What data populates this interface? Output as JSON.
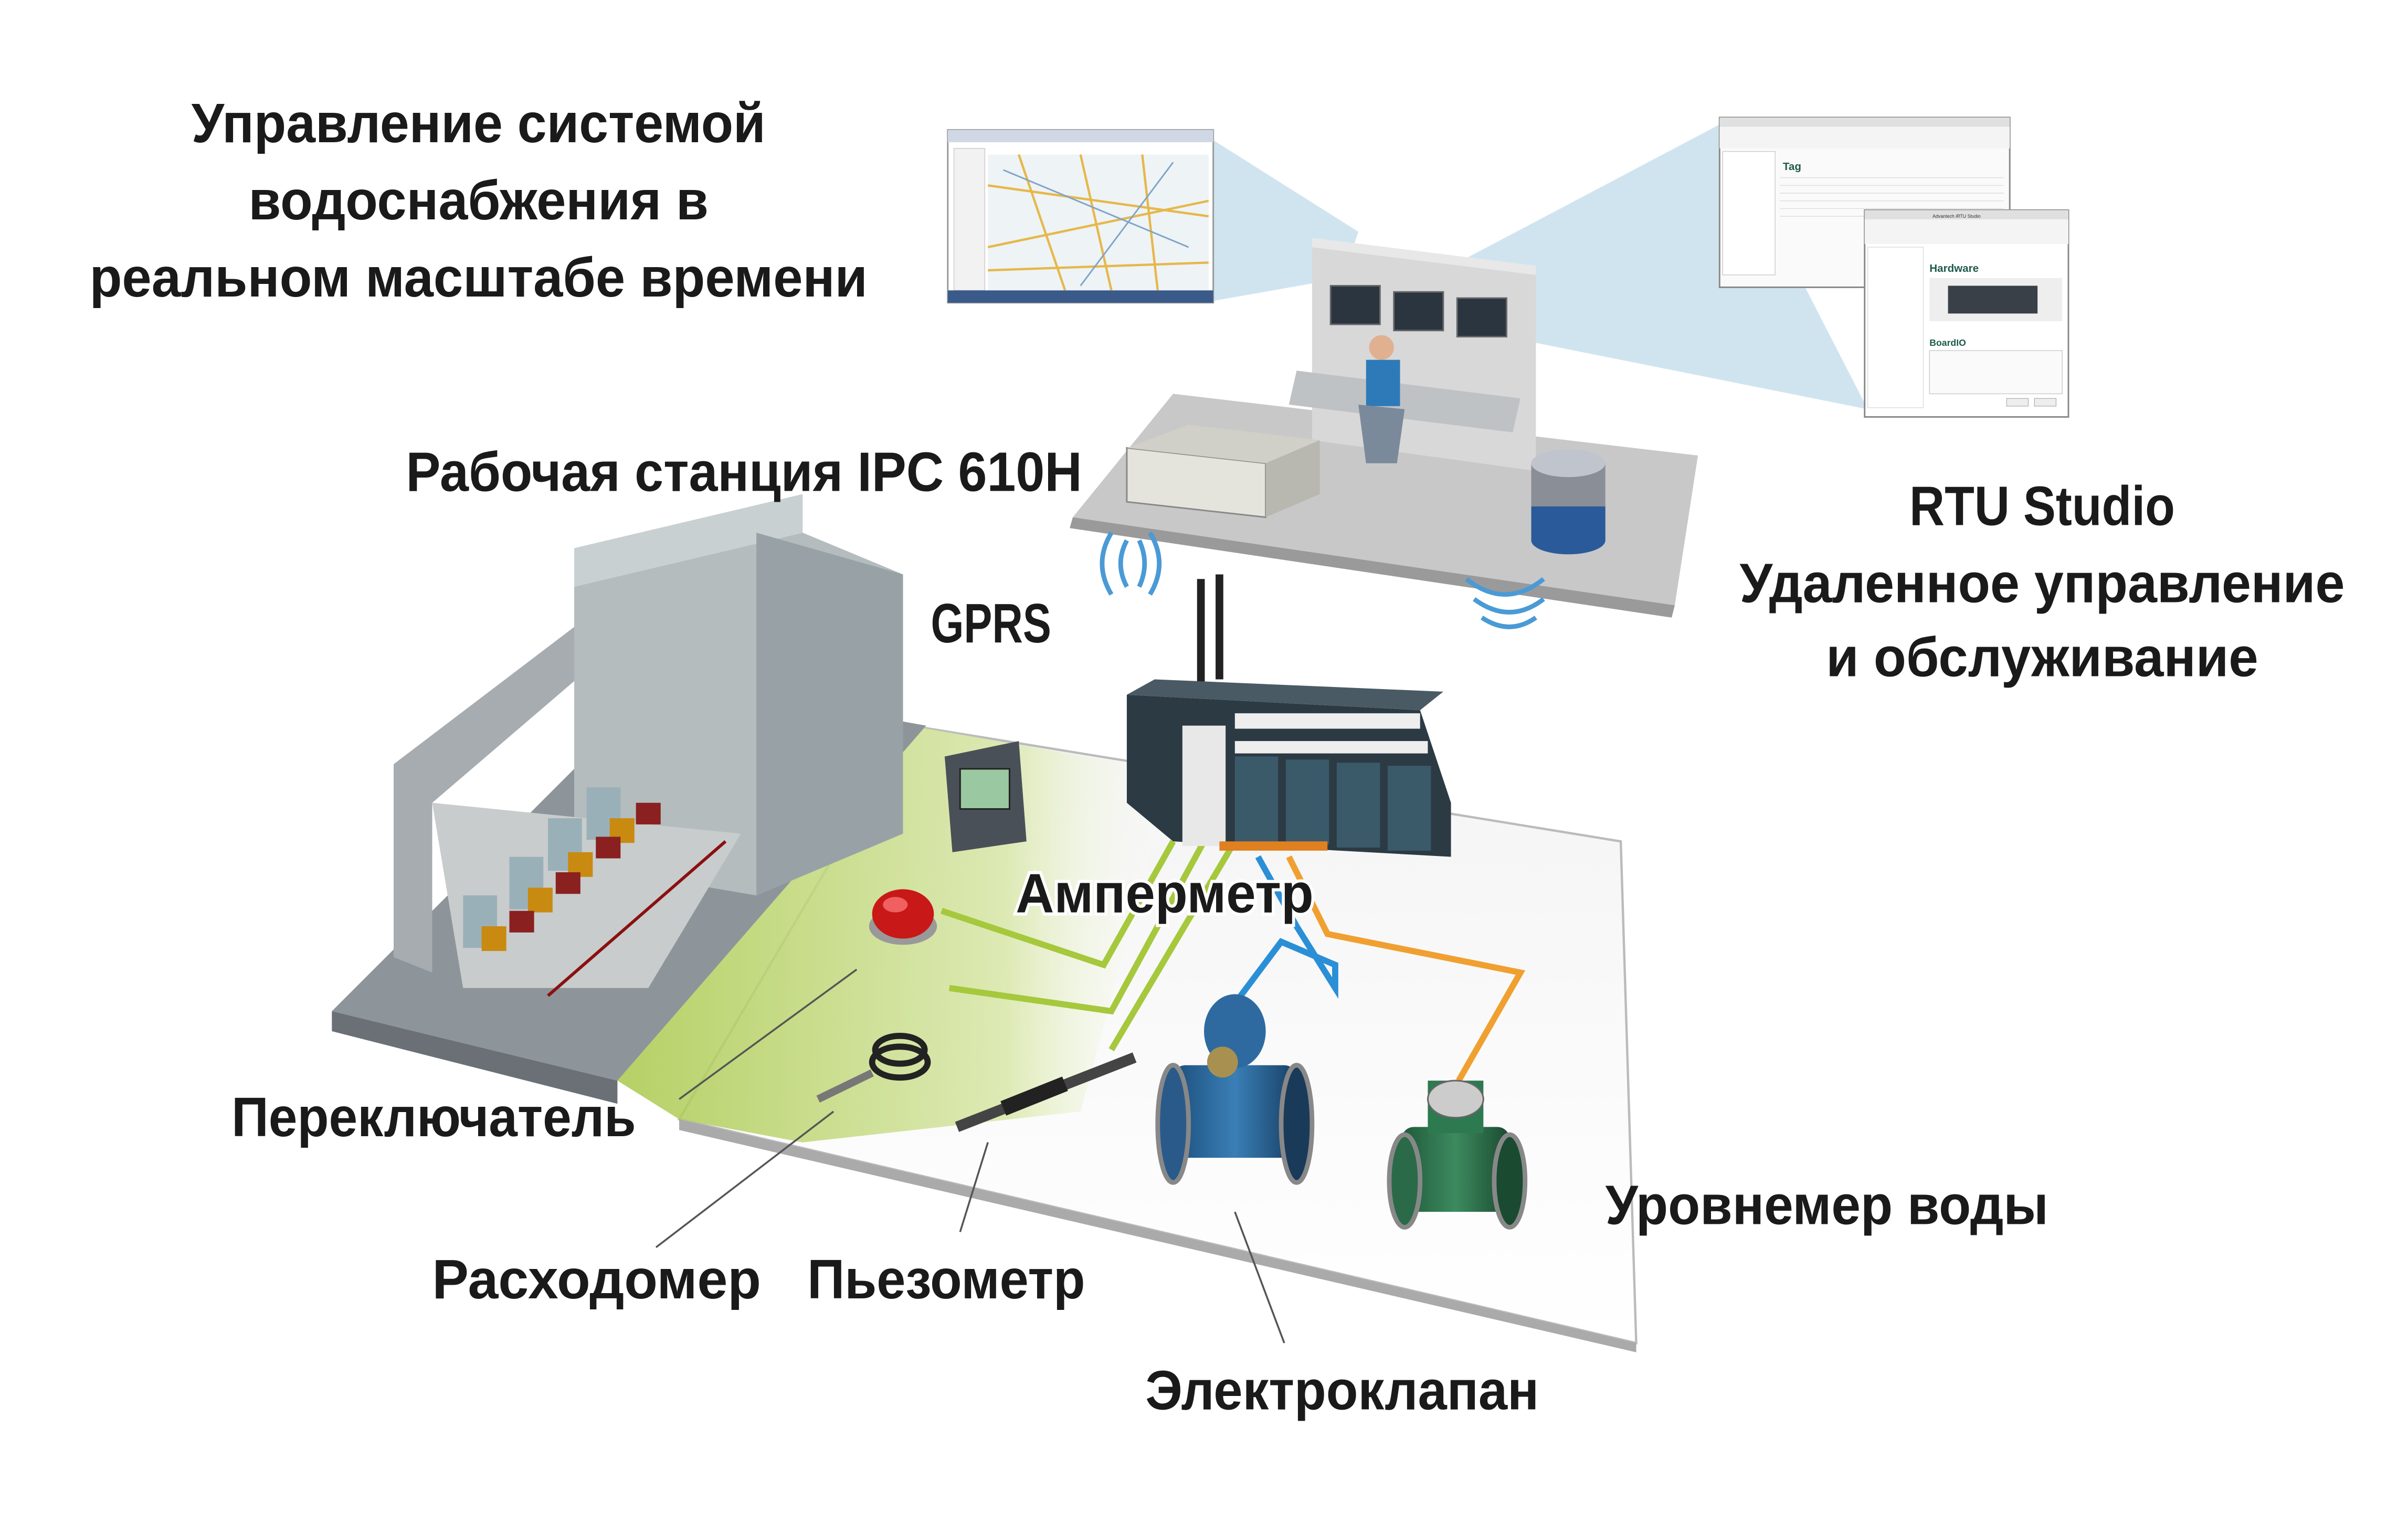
{
  "title": {
    "line1": "Управление системой",
    "line2": "водоснабжения в",
    "line3": "реальном масштабе времени"
  },
  "labels": {
    "workstation": "Рабочая станция IPC 610H",
    "gprs": "GPRS",
    "rtu_line1": "RTU Studio",
    "rtu_line2": "Удаленное управление",
    "rtu_line3": "и обслуживание",
    "ammeter": "Амперметр",
    "switch": "Переключатель",
    "flowmeter": "Расходомер",
    "piezometer": "Пьезометр",
    "solenoid_valve": "Электроклапан",
    "water_level": "Уровнемер воды"
  },
  "screens": {
    "app_title": "Advantech iRTU Studio",
    "tag_heading": "Tag",
    "hardware_heading": "Hardware",
    "boardio_heading": "BoardIO"
  },
  "colors": {
    "wire_green": "#a6c83c",
    "wire_blue": "#2a8fd6",
    "wire_orange": "#f0a030",
    "beam": "#bcd8ea"
  }
}
